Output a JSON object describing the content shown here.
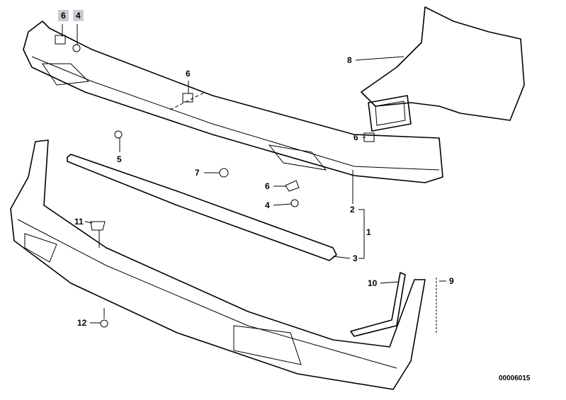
{
  "diagram": {
    "callouts": [
      {
        "id": "c-6a",
        "text": "6",
        "highlighted": true
      },
      {
        "id": "c-4a",
        "text": "4",
        "highlighted": true
      },
      {
        "id": "c-6b",
        "text": "6"
      },
      {
        "id": "c-8",
        "text": "8"
      },
      {
        "id": "c-6c",
        "text": "6"
      },
      {
        "id": "c-5",
        "text": "5"
      },
      {
        "id": "c-7",
        "text": "7"
      },
      {
        "id": "c-6d",
        "text": "6"
      },
      {
        "id": "c-4b",
        "text": "4"
      },
      {
        "id": "c-2",
        "text": "2"
      },
      {
        "id": "c-1",
        "text": "1"
      },
      {
        "id": "c-11",
        "text": "11"
      },
      {
        "id": "c-3",
        "text": "3"
      },
      {
        "id": "c-10",
        "text": "10"
      },
      {
        "id": "c-9",
        "text": "9"
      },
      {
        "id": "c-12",
        "text": "12"
      }
    ],
    "diagram_number": "00006015",
    "highlight_color": "#c9ccd4"
  }
}
